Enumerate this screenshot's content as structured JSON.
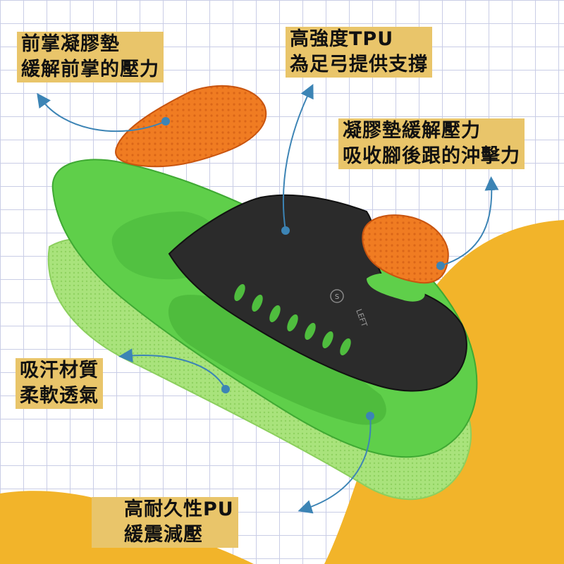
{
  "callouts": {
    "forefoot_gel": {
      "line1": "前掌凝膠墊",
      "line2": "緩解前掌的壓力"
    },
    "tpu_arch": {
      "line1": "高強度TPU",
      "line2": "為足弓提供支撐"
    },
    "heel_gel": {
      "line1": "凝膠墊緩解壓力",
      "line2": "吸收腳後跟的沖擊力"
    },
    "fabric": {
      "line1": "吸汗材質",
      "line2": "柔軟透氣"
    },
    "pu_foam": {
      "line1": "高耐久性PU",
      "line2": "緩震減壓"
    }
  },
  "product": {
    "heel_cup_mark": "LEFT",
    "size_mark": "S"
  },
  "colors": {
    "background_yellow": "#f2b42a",
    "label_fill": "#e9c56a",
    "insole_green": "#5fcf4a",
    "fabric_green": "#a9e37c",
    "tpu_black": "#2b2b2b",
    "gel_orange": "#f07c22",
    "arrow_blue": "#3c84b5"
  }
}
